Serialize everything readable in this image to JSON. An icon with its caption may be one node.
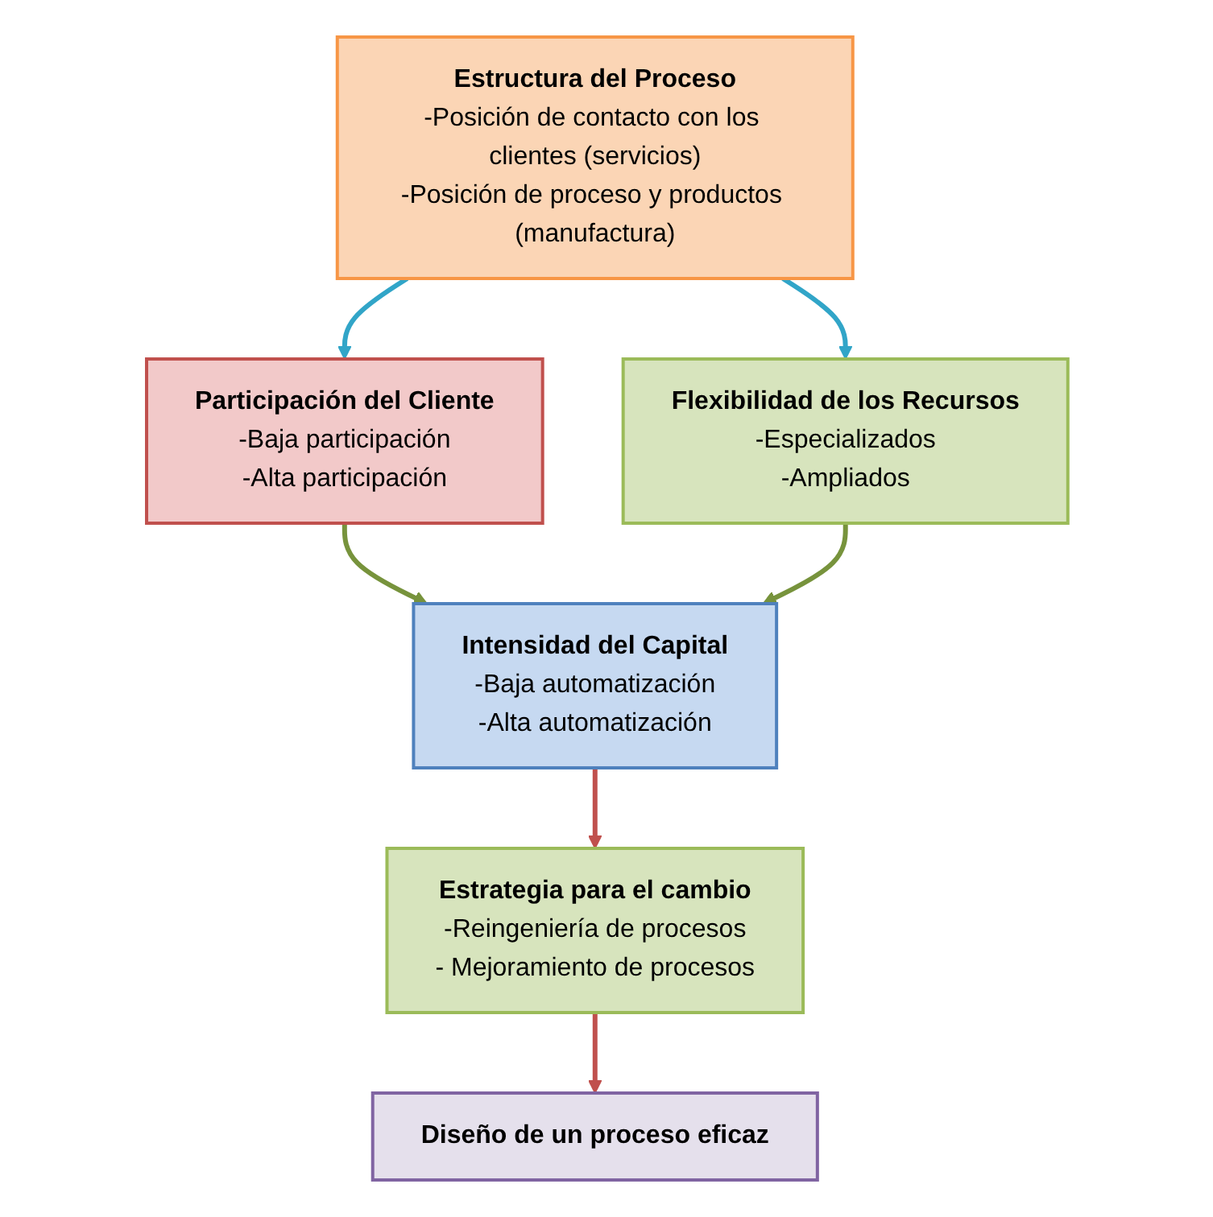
{
  "diagram": {
    "nodes": [
      {
        "text": [
          "Estructura del Proceso",
          "-Posición de contacto con los clientes (servicios)",
          "-Posición de proceso y productos (manufactura)"
        ]
      },
      {
        "text": [
          "Participación del Cliente",
          "-Baja participación",
          "-Alta participación"
        ]
      },
      {
        "text": [
          "Flexibilidad de los Recursos",
          "-Especializados",
          "-Ampliados"
        ]
      },
      {
        "text": [
          "Intensidad del Capital",
          "-Baja automatización",
          "-Alta automatización"
        ]
      },
      {
        "text": [
          "Estrategia para el cambio",
          "-Reingeniería de procesos",
          "- Mejoramiento de procesos"
        ]
      },
      {
        "text": [
          "Diseño de un proceso eficaz"
        ]
      }
    ],
    "edges": [
      {
        "from": 0,
        "to": 1,
        "arrow": "to",
        "color": "#31a5c8"
      },
      {
        "from": 0,
        "to": 2,
        "arrow": "to",
        "color": "#31a5c8"
      },
      {
        "from": 1,
        "to": 3,
        "arrow": "to",
        "color": "#77933c"
      },
      {
        "from": 2,
        "to": 3,
        "arrow": "to",
        "color": "#77933c"
      },
      {
        "from": 3,
        "to": 4,
        "arrow": "to",
        "color": "#c0504d"
      },
      {
        "from": 4,
        "to": 5,
        "arrow": "to",
        "color": "#c0504d"
      }
    ]
  }
}
